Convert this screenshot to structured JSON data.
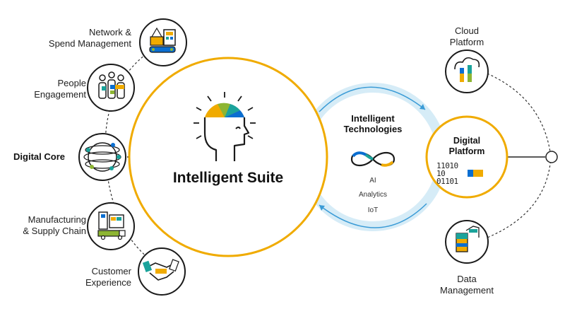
{
  "center": {
    "title": "Intelligent Suite"
  },
  "left_nodes": [
    {
      "id": "network",
      "lines": [
        "Network &",
        "Spend Management"
      ],
      "icon": "procurement-icon"
    },
    {
      "id": "people",
      "lines": [
        "People",
        "Engagement"
      ],
      "icon": "people-icon"
    },
    {
      "id": "core",
      "lines": [
        "Digital Core"
      ],
      "icon": "planet-icon"
    },
    {
      "id": "manufacturing",
      "lines": [
        "Manufacturing",
        "& Supply Chain"
      ],
      "icon": "factory-truck-icon"
    },
    {
      "id": "customer",
      "lines": [
        "Customer",
        "Experience"
      ],
      "icon": "handshake-icon"
    }
  ],
  "technologies": {
    "title_lines": [
      "Intelligent",
      "Technologies"
    ],
    "items": [
      "AI",
      "Analytics",
      "IoT"
    ],
    "icon": "infinity-icon"
  },
  "platform": {
    "title_lines": [
      "Digital",
      "Platform"
    ],
    "binary_lines": [
      "11010",
      "10",
      "01101"
    ]
  },
  "right_nodes": [
    {
      "id": "cloud",
      "lines": [
        "Cloud",
        "Platform"
      ],
      "icon": "cloud-icon"
    },
    {
      "id": "data",
      "lines": [
        "Data",
        "Management"
      ],
      "icon": "data-folder-icon"
    }
  ],
  "colors": {
    "gold": "#f0ab00",
    "blue": "#0a6ed1",
    "teal": "#1aa39b",
    "green": "#8db532",
    "light_blue": "#d6ecf7",
    "arrow_blue": "#3a9bd6",
    "ink": "#1a1a1a"
  }
}
